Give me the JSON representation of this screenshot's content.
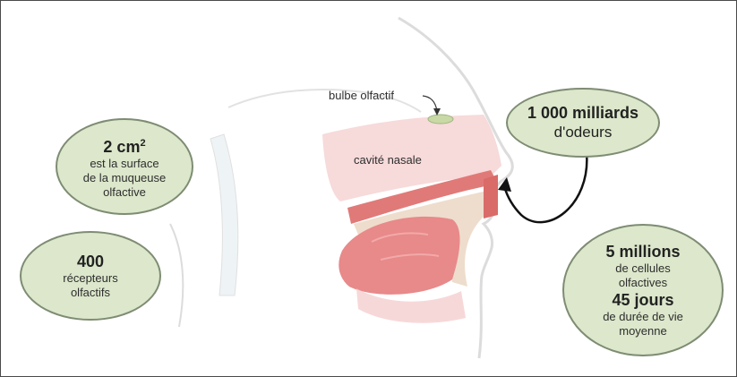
{
  "labels": {
    "olfactory_bulb": "bulbe olfactif",
    "nasal_cavity": "cavité nasale"
  },
  "bubbles": {
    "surface": {
      "value": "2 cm",
      "value_sup": "2",
      "line1": "est la surface",
      "line2": "de la muqueuse",
      "line3": "olfactive"
    },
    "receptors": {
      "value": "400",
      "line1": "récepteurs",
      "line2": "olfactifs"
    },
    "odors": {
      "value": "1 000 milliards",
      "line1": "d'odeurs"
    },
    "cells": {
      "value": "5 millions",
      "line1": "de cellules",
      "line2": "olfactives",
      "value2": "45 jours",
      "line3": "de durée de vie",
      "line4": "moyenne"
    }
  },
  "colors": {
    "bubble_fill": "#dce7cb",
    "bubble_border": "#7e8c73",
    "nasal_pink": "#f6d4d3",
    "tissue_red": "#e07a78",
    "tongue_red": "#e8898a",
    "bone_beige": "#ecd9c6",
    "skin_line": "#d9d9d9",
    "bulb_green": "#c9d9a6"
  }
}
